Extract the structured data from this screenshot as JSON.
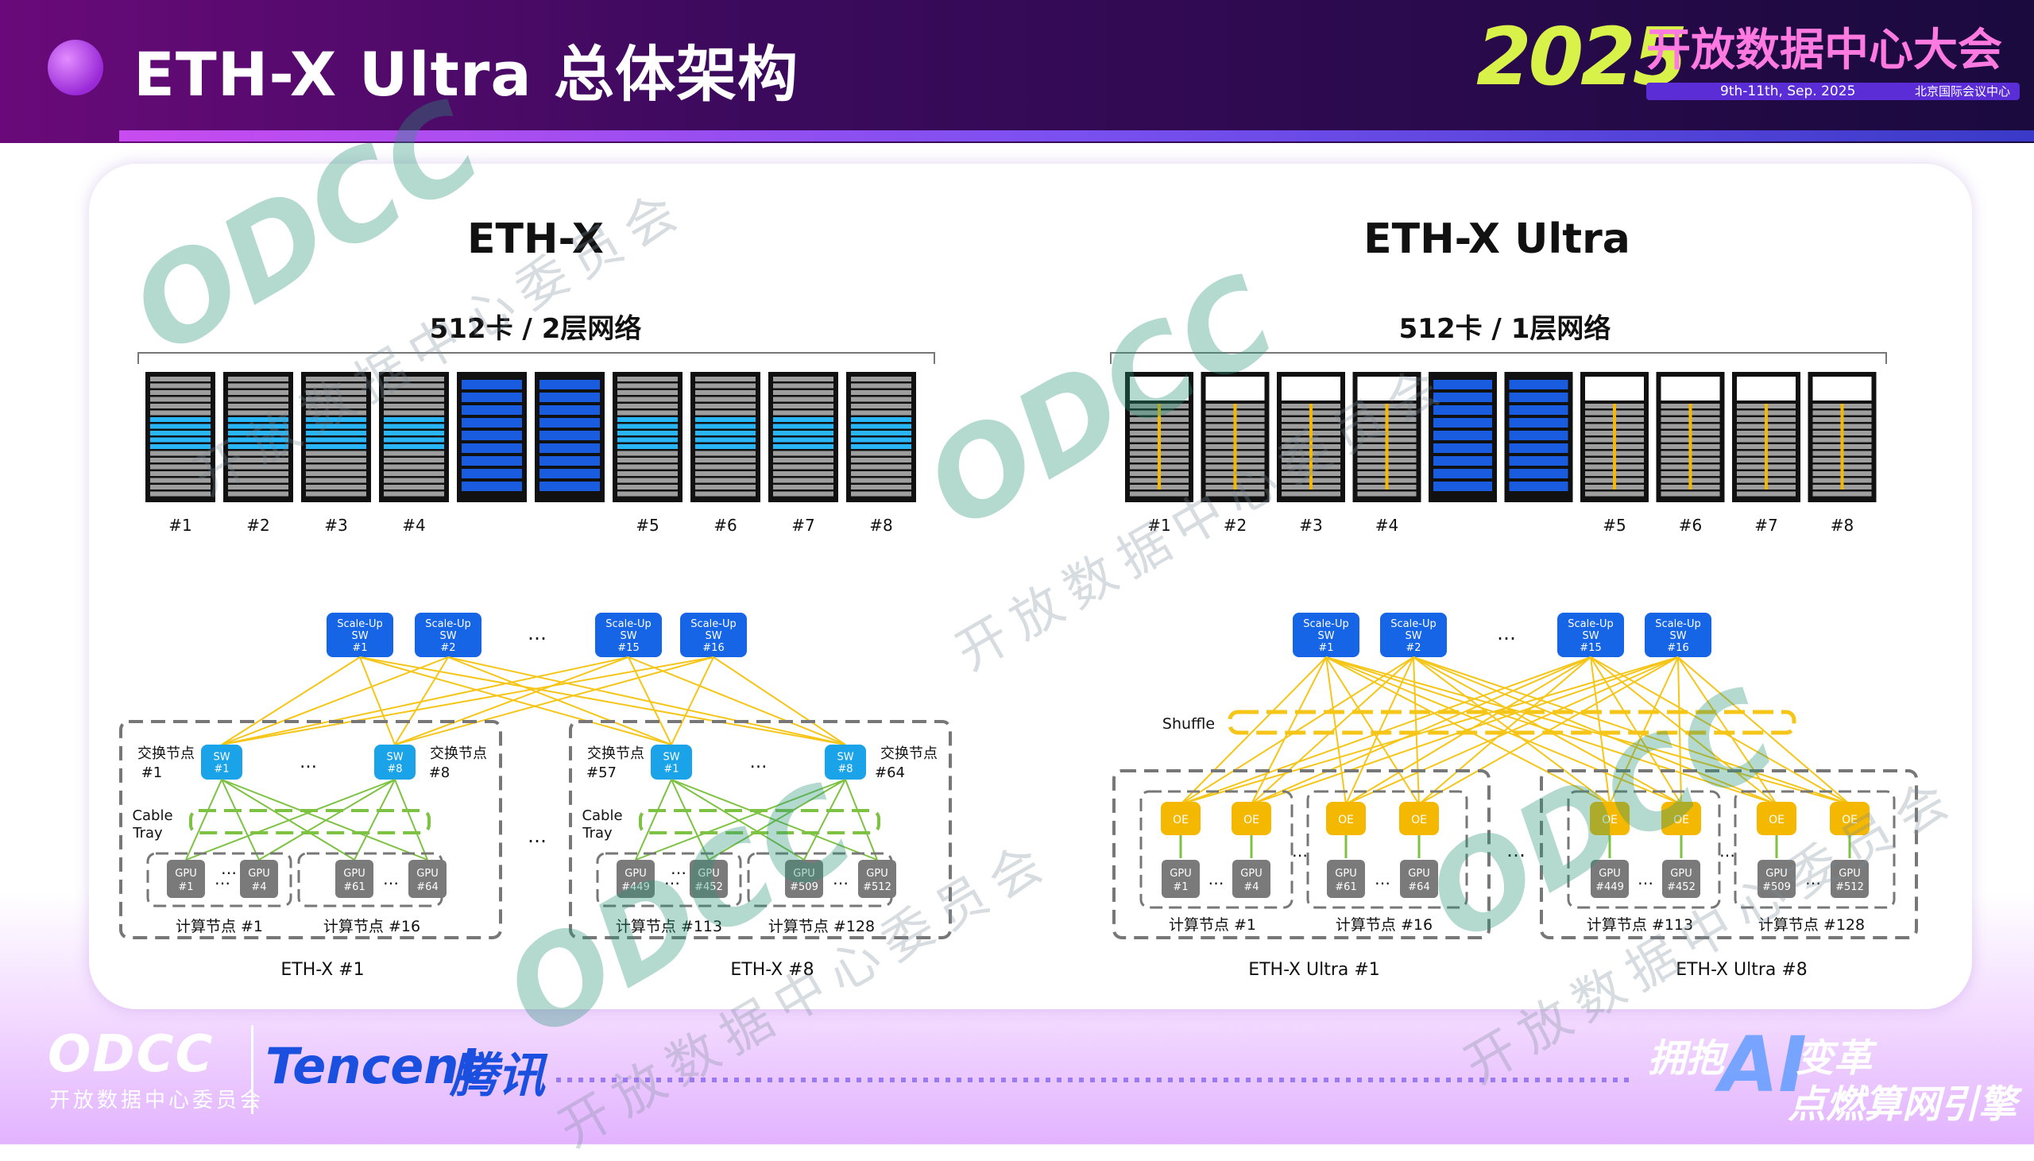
{
  "header": {
    "title": "ETH-X Ultra 总体架构",
    "conference_year": "2025",
    "conference_name": "开放数据中心大会",
    "conference_date": "9th-11th, Sep. 2025",
    "conference_venue": "北京国际会议中心"
  },
  "left": {
    "title": "ETH-X",
    "subtitle": "512卡 / 2层网络",
    "rack_labels": [
      "#1",
      "#2",
      "#3",
      "#4",
      "#5",
      "#6",
      "#7",
      "#8"
    ],
    "scaleup_switches": [
      [
        "Scale-Up",
        "SW",
        "#1"
      ],
      [
        "Scale-Up",
        "SW",
        "#2"
      ],
      [
        "Scale-Up",
        "SW",
        "#15"
      ],
      [
        "Scale-Up",
        "SW",
        "#16"
      ]
    ],
    "ellipsis": "…",
    "group1": {
      "switch_node_left_label": "交换节点",
      "switch_node_left_num": "#1",
      "switch_node_right_label": "交换节点",
      "switch_node_right_num": "#8",
      "switch_left": [
        "SW",
        "#1"
      ],
      "switch_right": [
        "SW",
        "#8"
      ],
      "cable_tray": [
        "Cable",
        "Tray"
      ],
      "gpus": [
        [
          "GPU",
          "#1"
        ],
        [
          "GPU",
          "#4"
        ],
        [
          "GPU",
          "#61"
        ],
        [
          "GPU",
          "#64"
        ]
      ],
      "node_labels": [
        "计算节点 #1",
        "计算节点 #16"
      ],
      "caption": "ETH-X #1"
    },
    "group2": {
      "switch_node_left_label": "交换节点",
      "switch_node_left_num": "#57",
      "switch_node_right_label": "交换节点",
      "switch_node_right_num": "#64",
      "switch_left": [
        "SW",
        "#1"
      ],
      "switch_right": [
        "SW",
        "#8"
      ],
      "cable_tray": [
        "Cable",
        "Tray"
      ],
      "gpus": [
        [
          "GPU",
          "#449"
        ],
        [
          "GPU",
          "#452"
        ],
        [
          "GPU",
          "#509"
        ],
        [
          "GPU",
          "#512"
        ]
      ],
      "node_labels": [
        "计算节点 #113",
        "计算节点 #128"
      ],
      "caption": "ETH-X #8"
    }
  },
  "right": {
    "title": "ETH-X Ultra",
    "subtitle": "512卡 / 1层网络",
    "rack_labels": [
      "#1",
      "#2",
      "#3",
      "#4",
      "#5",
      "#6",
      "#7",
      "#8"
    ],
    "scaleup_switches": [
      [
        "Scale-Up",
        "SW",
        "#1"
      ],
      [
        "Scale-Up",
        "SW",
        "#2"
      ],
      [
        "Scale-Up",
        "SW",
        "#15"
      ],
      [
        "Scale-Up",
        "SW",
        "#16"
      ]
    ],
    "ellipsis": "…",
    "shuffle_label": "Shuffle",
    "oe_label": "OE",
    "group1": {
      "gpus": [
        [
          "GPU",
          "#1"
        ],
        [
          "GPU",
          "#4"
        ],
        [
          "GPU",
          "#61"
        ],
        [
          "GPU",
          "#64"
        ]
      ],
      "node_labels": [
        "计算节点 #1",
        "计算节点 #16"
      ],
      "caption": "ETH-X Ultra #1"
    },
    "group2": {
      "gpus": [
        [
          "GPU",
          "#449"
        ],
        [
          "GPU",
          "#452"
        ],
        [
          "GPU",
          "#509"
        ],
        [
          "GPU",
          "#512"
        ]
      ],
      "node_labels": [
        "计算节点 #113",
        "计算节点 #128"
      ],
      "caption": "ETH-X Ultra #8"
    }
  },
  "footer": {
    "odcc": "ODCC",
    "odcc_sub": "开放数据中心委员会",
    "tencent": "Tencent",
    "tencent_cn": "腾讯",
    "slogan_1": "拥抱",
    "slogan_ai": "AI",
    "slogan_2": "变革",
    "slogan_3": "点燃算网引擎"
  },
  "watermark": {
    "logo": "ODCC",
    "text": "开放数据中心委员会"
  },
  "colors": {
    "scaleup_blue": "#1565e6",
    "switch_cyan": "#1aa3e8",
    "link_yellow": "#f5c518",
    "link_green": "#7dc242",
    "gpu_gray": "#7a7a7a",
    "oe_yellow": "#f5b800",
    "rack_blue": "#1a5ce0",
    "rack_cyan": "#29b6f6"
  }
}
